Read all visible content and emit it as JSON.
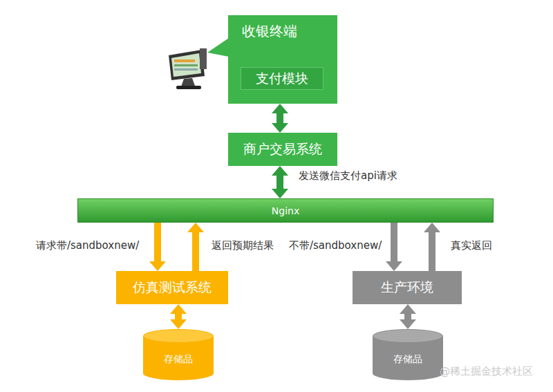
{
  "diagram": {
    "nodes": [
      {
        "text": [
          "收银终端"
        ]
      },
      {
        "text": [
          "支付模块"
        ],
        "in": 0
      },
      {
        "text": [
          "商户交易系统"
        ]
      },
      {
        "text": [
          "Nginx"
        ]
      },
      {
        "text": [
          "仿真测试系统"
        ]
      },
      {
        "text": [
          "生产环境"
        ]
      },
      {
        "text": [
          "存储品"
        ]
      },
      {
        "text": [
          "存储品"
        ]
      }
    ],
    "edges": [
      {
        "from": 0,
        "to": 2,
        "arrow": "both"
      },
      {
        "from": 2,
        "to": 3,
        "label": "发送微信支付api请求",
        "arrow": "both"
      },
      {
        "from": 3,
        "to": 4,
        "label": "请求带/sandboxnew/",
        "arrow": "to"
      },
      {
        "from": 4,
        "to": 3,
        "label": "返回预期结果",
        "arrow": "to"
      },
      {
        "from": 3,
        "to": 5,
        "label": "不带/sandboxnew/",
        "arrow": "to"
      },
      {
        "from": 5,
        "to": 3,
        "label": "真实返回",
        "arrow": "to"
      },
      {
        "from": 4,
        "to": 6,
        "arrow": "both"
      },
      {
        "from": 5,
        "to": 7,
        "arrow": "both"
      }
    ],
    "labels": [
      "@稀土掘金技术社区"
    ]
  }
}
